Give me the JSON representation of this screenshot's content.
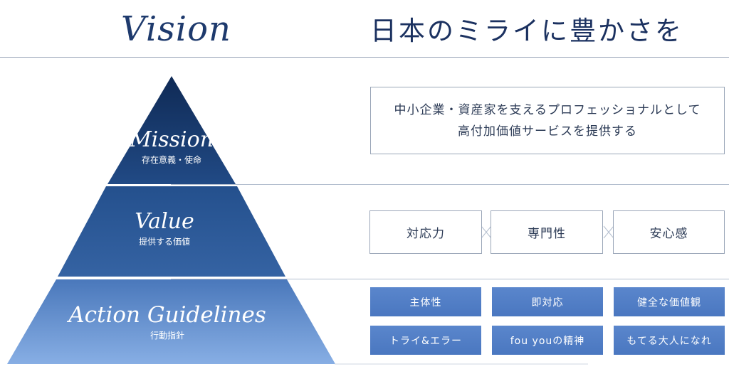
{
  "header": {
    "vision": "Vision",
    "headline": "日本のミライに豊かさを"
  },
  "pyramid": {
    "mission": {
      "en": "Mission",
      "jp": "存在意義・使命"
    },
    "value": {
      "en": "Value",
      "jp": "提供する価値"
    },
    "action": {
      "en": "Action Guidelines",
      "jp": "行動指針"
    }
  },
  "mission_box": {
    "line1": "中小企業・資産家を支えるプロフェッショナルとして",
    "line2": "高付加価値サービスを提供する"
  },
  "values": [
    "対応力",
    "専門性",
    "安心感"
  ],
  "actions": [
    "主体性",
    "即対応",
    "健全な価値観",
    "トライ&エラー",
    "fou youの精神",
    "もてる大人になれ"
  ],
  "colors": {
    "navy": "#1b3160",
    "pyramid_top": "#14315f",
    "pyramid_mid": "#2d5b97",
    "pyramid_bottom": "#6f9ad6",
    "button": "#4f7cc4"
  }
}
